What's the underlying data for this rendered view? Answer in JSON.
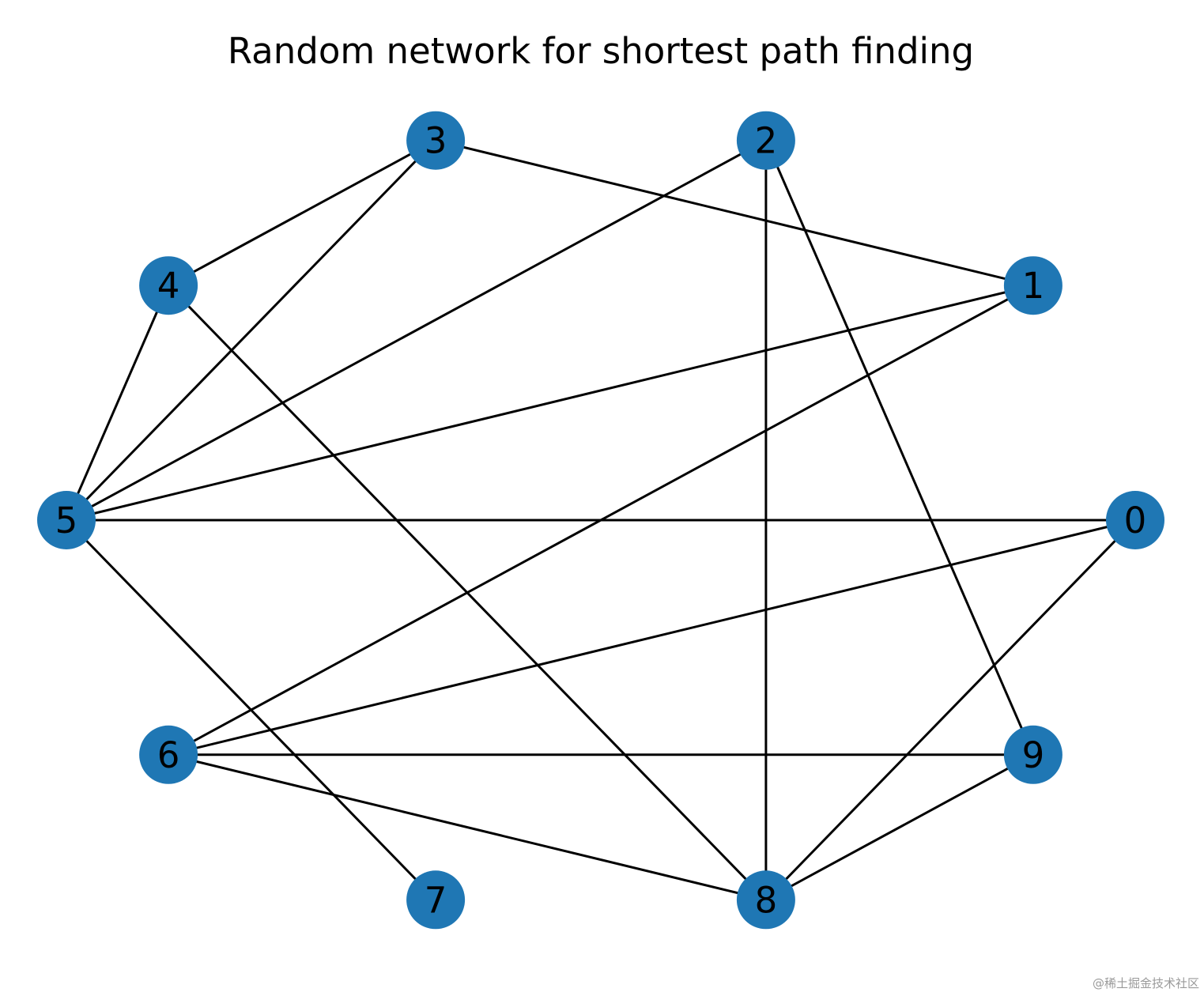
{
  "title": "Random network for shortest path finding",
  "watermark": "@稀土掘金技术社区",
  "style": {
    "node_color": "#1f77b4",
    "edge_color": "#000000",
    "label_color": "#000000"
  },
  "graph": {
    "layout": "circular",
    "nodes": [
      "0",
      "1",
      "2",
      "3",
      "4",
      "5",
      "6",
      "7",
      "8",
      "9"
    ],
    "edges": [
      [
        "0",
        "5"
      ],
      [
        "0",
        "6"
      ],
      [
        "0",
        "8"
      ],
      [
        "1",
        "3"
      ],
      [
        "1",
        "5"
      ],
      [
        "1",
        "6"
      ],
      [
        "2",
        "5"
      ],
      [
        "2",
        "8"
      ],
      [
        "2",
        "9"
      ],
      [
        "3",
        "4"
      ],
      [
        "3",
        "5"
      ],
      [
        "4",
        "5"
      ],
      [
        "4",
        "8"
      ],
      [
        "5",
        "7"
      ],
      [
        "6",
        "8"
      ],
      [
        "6",
        "9"
      ],
      [
        "8",
        "9"
      ]
    ]
  }
}
